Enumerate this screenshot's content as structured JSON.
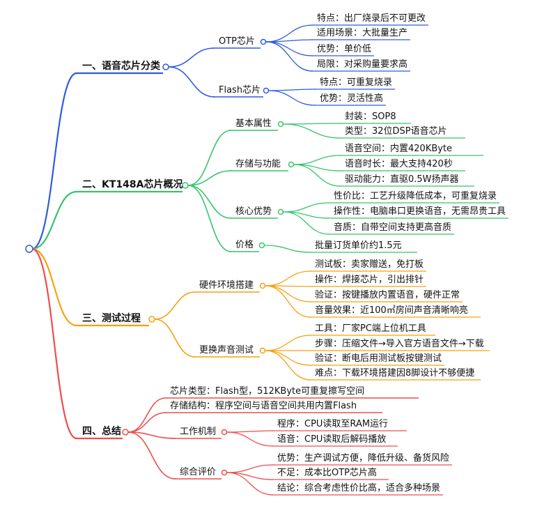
{
  "colors": {
    "blue": "#2f5bdc",
    "green": "#34c46b",
    "orange": "#f5a10d",
    "red": "#ee4d4d"
  },
  "mindmap": {
    "sections": [
      {
        "label": "一、语音芯片分类",
        "children": [
          {
            "label": "OTP芯片",
            "children": [
              {
                "label": "特点：出厂烧录后不可更改"
              },
              {
                "label": "适用场景：大批量生产"
              },
              {
                "label": "优势：单价低"
              },
              {
                "label": "局限：对采购量要求高"
              }
            ]
          },
          {
            "label": "Flash芯片",
            "children": [
              {
                "label": "特点：可重复烧录"
              },
              {
                "label": "优势：灵活性高"
              }
            ]
          }
        ]
      },
      {
        "label": "二、KT148A芯片概况",
        "children": [
          {
            "label": "基本属性",
            "children": [
              {
                "label": "封装：SOP8"
              },
              {
                "label": "类型：32位DSP语音芯片"
              }
            ]
          },
          {
            "label": "存储与功能",
            "children": [
              {
                "label": "语音空间：内置420KByte"
              },
              {
                "label": "语音时长：最大支持420秒"
              },
              {
                "label": "驱动能力：直驱0.5W扬声器"
              }
            ]
          },
          {
            "label": "核心优势",
            "children": [
              {
                "label": "性价比：工艺升级降低成本，可重复烧录"
              },
              {
                "label": "操作性：电脑串口更换语音，无需昂贵工具"
              },
              {
                "label": "音质：自带空间支持更高音质"
              }
            ]
          },
          {
            "label": "价格",
            "children": [
              {
                "label": "批量订货单价约1.5元"
              }
            ]
          }
        ]
      },
      {
        "label": "三、测试过程",
        "children": [
          {
            "label": "硬件环境搭建",
            "children": [
              {
                "label": "测试板：卖家赠送，免打板"
              },
              {
                "label": "操作：焊接芯片，引出排针"
              },
              {
                "label": "验证：按键播放内置语音，硬件正常"
              },
              {
                "label": "音量效果：近100㎡房间声音清晰响亮"
              }
            ]
          },
          {
            "label": "更换声音测试",
            "children": [
              {
                "label": "工具：厂家PC端上位机工具"
              },
              {
                "label": "步骤：压缩文件→导入官方语音文件→下载"
              },
              {
                "label": "验证：断电后用测试板按键测试"
              },
              {
                "label": "难点：下载环境搭建因8脚设计不够便捷"
              }
            ]
          }
        ]
      },
      {
        "label": "四、总结",
        "children": [
          {
            "label": "芯片类型：Flash型，512KByte可重复擦写空间"
          },
          {
            "label": "存储结构：程序空间与语音空间共用内置Flash"
          },
          {
            "label": "工作机制",
            "children": [
              {
                "label": "程序：CPU读取至RAM运行"
              },
              {
                "label": "语音：CPU读取后解码播放"
              }
            ]
          },
          {
            "label": "综合评价",
            "children": [
              {
                "label": "优势：生产调试方便，降低升级、备货风险"
              },
              {
                "label": "不足：成本比OTP芯片高"
              },
              {
                "label": "结论：综合考虑性价比高，适合多种场景"
              }
            ]
          }
        ]
      }
    ]
  }
}
